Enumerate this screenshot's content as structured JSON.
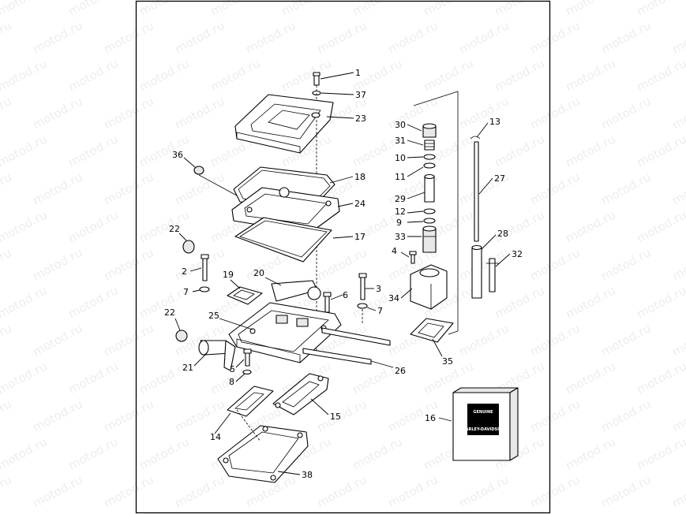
{
  "watermark": "motod.ru",
  "callouts": {
    "c1": "1",
    "c37": "37",
    "c23": "23",
    "c36": "36",
    "c18": "18",
    "c24": "24",
    "c22a": "22",
    "c17": "17",
    "c2": "2",
    "c19": "19",
    "c20": "20",
    "c3": "3",
    "c7a": "7",
    "c6": "6",
    "c7b": "7",
    "c22b": "22",
    "c25": "25",
    "c21": "21",
    "c5": "5",
    "c8": "8",
    "c26": "26",
    "c14": "14",
    "c15": "15",
    "c38": "38",
    "c30": "30",
    "c31": "31",
    "c10": "10",
    "c11": "11",
    "c29": "29",
    "c12": "12",
    "c9": "9",
    "c33": "33",
    "c4": "4",
    "c34": "34",
    "c35": "35",
    "c13": "13",
    "c27": "27",
    "c28": "28",
    "c32": "32",
    "c16": "16"
  },
  "genuine_box": {
    "top_word": "GENUINE",
    "bottom_word": "HARLEY-DAVIDSON"
  },
  "colors": {
    "line": "#000000",
    "background": "#ffffff"
  }
}
